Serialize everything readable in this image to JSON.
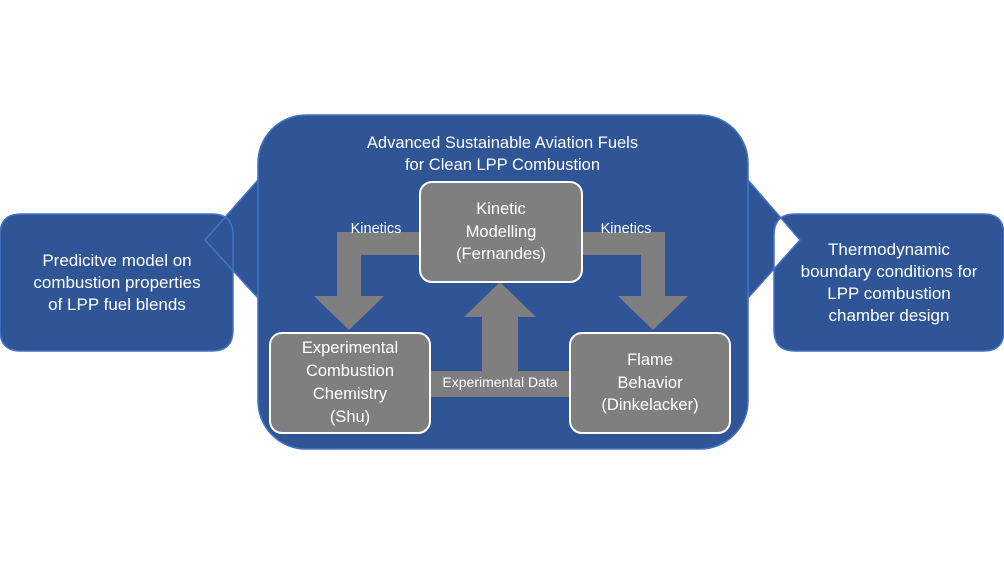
{
  "colors": {
    "panel_fill": "#2F5597",
    "panel_stroke": "#4472C4",
    "node_fill": "#7F7F7F",
    "node_stroke": "#ffffff",
    "arrow_fill": "#7F7F7F",
    "text": "#ffffff"
  },
  "main_panel": {
    "title": "Advanced Sustainable Aviation Fuels\nfor Clean LPP Combustion"
  },
  "left_output": {
    "text": "Predicitve model on\ncombustion properties\nof LPP fuel blends"
  },
  "right_output": {
    "text": "Thermodynamic\nboundary conditions for\nLPP combustion\nchamber design"
  },
  "nodes": {
    "kinetic_modelling": "Kinetic\nModelling\n(Fernandes)",
    "experimental_chemistry": "Experimental\nCombustion\nChemistry\n(Shu)",
    "flame_behavior": "Flame\nBehavior\n(Dinkelacker)"
  },
  "flows": {
    "left_kinetics": "Kinetics",
    "right_kinetics": "Kinetics",
    "experimental_data": "Experimental Data"
  }
}
